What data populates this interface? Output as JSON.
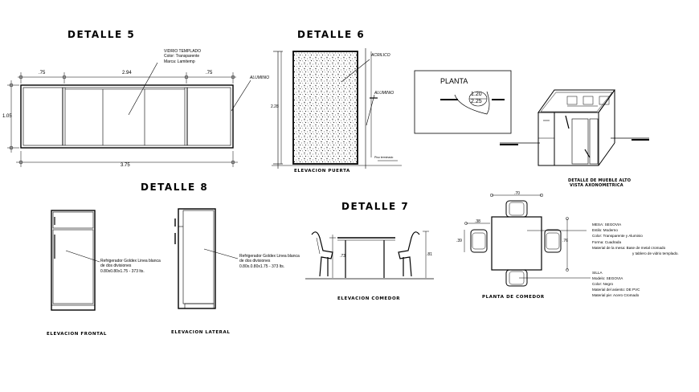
{
  "titles": {
    "detalle5": "DETALLE 5",
    "detalle6": "DETALLE 6",
    "detalle8": "DETALLE 8",
    "detalle7": "DETALLE 7"
  },
  "detalle5": {
    "glass_note": [
      "VIDRIO TEMPLADO",
      "Color: Transparente",
      "Marca: Lamitemp"
    ],
    "aluminio": "ALUMINIO",
    "dims": {
      "left": ".75",
      "center": "2.94",
      "right": ".75",
      "height": "1.05",
      "total": "3.75"
    }
  },
  "detalle6": {
    "acrilico": "ACRILICO",
    "aluminio": "ALUMINIO",
    "dim_height": "2.28",
    "caption": "ELEVACION PUERTA",
    "small_note": "Piso terminado"
  },
  "planta": {
    "label": "PLANTA",
    "dim_a": "1.20",
    "dim_b": "2.25"
  },
  "mueble": {
    "caption_a": "DETALLE DE MUEBLE ALTO",
    "caption_b": "VISTA AXONOMETRICA"
  },
  "detalle8": {
    "note_front": [
      "Refrigerador Goldex Linea blanca",
      "de dos divisiones",
      "0.80x0.80x1.75 - 373 lts."
    ],
    "note_side": [
      "Refrigerador Goldex Linea blanca",
      "de dos divisiones",
      "0.80x.0.80x1.75 - 373 lts."
    ],
    "caption_front": "ELEVACION FRONTAL",
    "caption_side": "ELEVACION LATERAL"
  },
  "detalle7": {
    "dim_table": ".73",
    "dim_chair": ".81",
    "caption": "ELEVACION COMEDOR"
  },
  "comedor": {
    "dim_top": ".70",
    "dim_side_a": ".38",
    "dim_side_b": ".39",
    "dim_right": ".76",
    "caption": "PLANTA DE COMEDOR",
    "mesa_notes": [
      "MESA: SEGOVIA",
      "Estilo: Moderno",
      "Color: Transparente y Aluminio",
      "Forma: Cuadrada",
      "Material de la mesa: Base de metal cromado",
      "y tablero de vidrio templado."
    ],
    "silla_notes": [
      "SILLA",
      "Modelo: SEGOVIA",
      "Color: Negro",
      "Material del asiento: DE PVC",
      "Material pie: Acero Cromado"
    ]
  }
}
